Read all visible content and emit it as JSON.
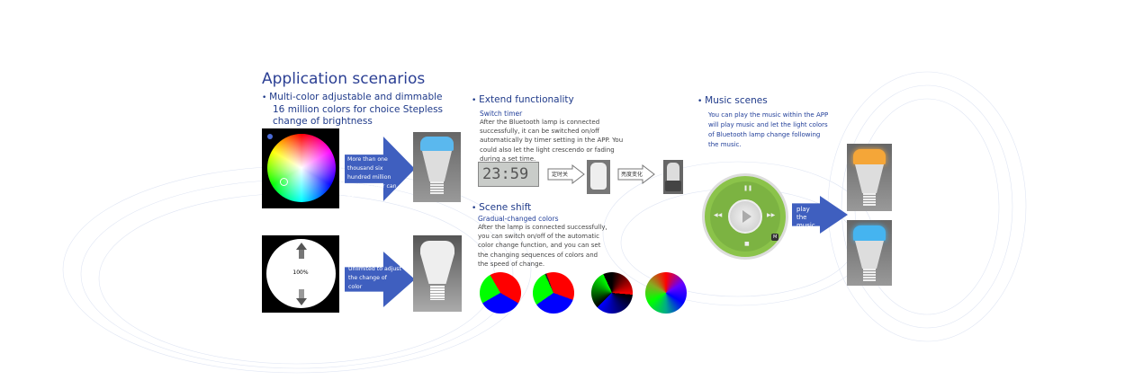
{
  "title": "Application scenarios",
  "section1": {
    "heading_lines": [
      "Multi-color adjustable and dimmable",
      "16 million colors for choice  Stepless",
      "change of brightness"
    ],
    "arrow1_text": "More than one thousand six hundred million kinds of color can be changed",
    "brightness_value": "100%",
    "arrow2_text": "Unlimited to adjust the change of color"
  },
  "section2": {
    "heading": "Extend functionality",
    "subheading": "Switch timer",
    "paragraph": "After the Bluetooth lamp is connected successfully, it can be switched on/off automatically by timer setting in the APP. You could also let the light crescendo or fading during a set time.",
    "clock": "23:59",
    "arrow1_label": "定时关",
    "arrow2_label": "亮度变化"
  },
  "section3": {
    "heading": "Scene shift",
    "subheading": "Gradual-changed colors",
    "paragraph": "After the lamp is connected successfully, you can switch on/off of the automatic color change function, and you can set the changing sequences of colors and the speed of change."
  },
  "section4": {
    "heading": "Music scenes",
    "paragraph": "You can play the music within the APP will play music and let the light colors of Bluetooth lamp change following the music.",
    "arrow_text": "play the music",
    "player_badge": "M"
  },
  "colors": {
    "title": "#2b3f94",
    "arrow": "#3f5fbf",
    "player": "#8bc34a"
  }
}
